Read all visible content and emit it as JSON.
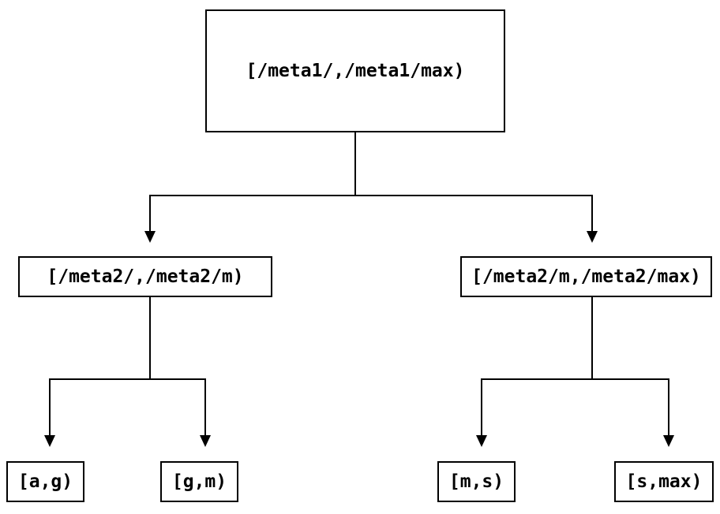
{
  "diagram": {
    "type": "tree",
    "colors": {
      "background": "#ffffff",
      "box_border": "#000000",
      "line": "#000000",
      "text": "#000000"
    },
    "nodes": {
      "root": {
        "label": "[/meta1/,/meta1/max)"
      },
      "left_child": {
        "label": "[/meta2/,/meta2/m)"
      },
      "right_child": {
        "label": "[/meta2/m,/meta2/max)"
      },
      "leaf_ag": {
        "label": "[a,g)"
      },
      "leaf_gm": {
        "label": "[g,m)"
      },
      "leaf_ms": {
        "label": "[m,s)"
      },
      "leaf_smax": {
        "label": "[s,max)"
      }
    },
    "edges": [
      {
        "from": "root",
        "to": "left_child"
      },
      {
        "from": "root",
        "to": "right_child"
      },
      {
        "from": "left_child",
        "to": "leaf_ag"
      },
      {
        "from": "left_child",
        "to": "leaf_gm"
      },
      {
        "from": "right_child",
        "to": "leaf_ms"
      },
      {
        "from": "right_child",
        "to": "leaf_smax"
      }
    ]
  }
}
